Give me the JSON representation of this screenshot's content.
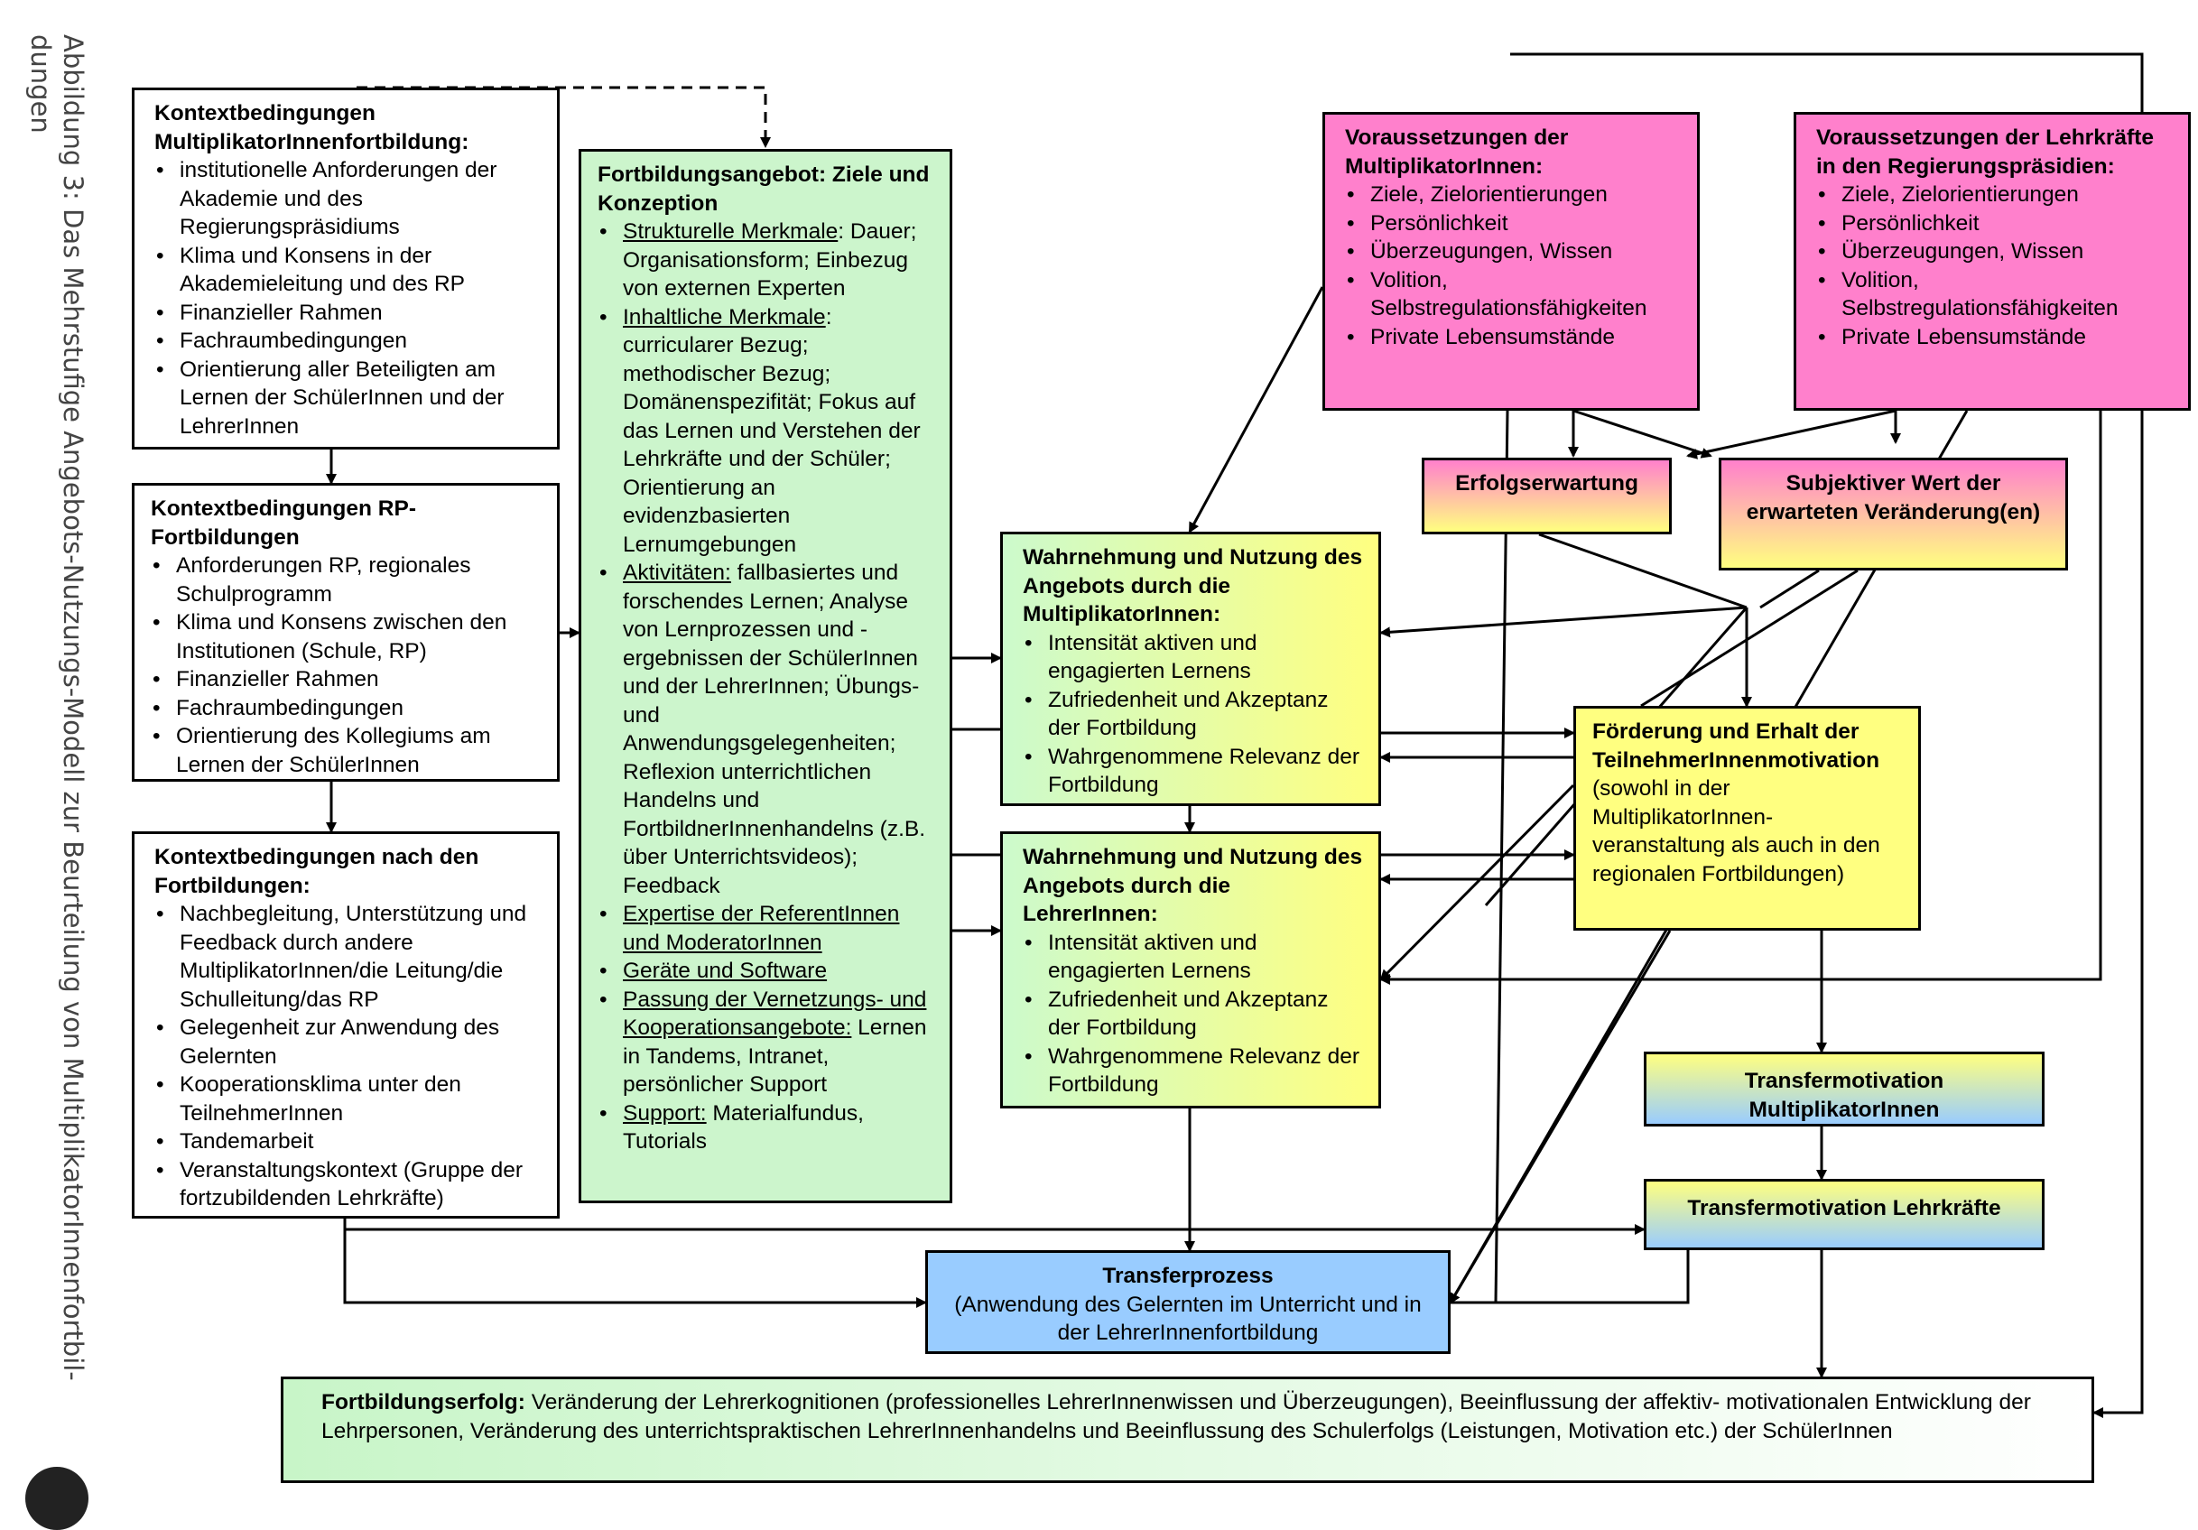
{
  "caption": {
    "line1": "Abbildung 3:  Das Mehrstufige Angebots-Nutzungs-Modell zur Beurteilung von MultiplikatorInnenfortbil-",
    "line2": "dungen"
  },
  "boxes": {
    "ctx_multi": {
      "title": "Kontextbedingungen MultiplikatorInnenfortbildung:",
      "items": [
        "institutionelle  Anforderungen der Akademie und des Regierungspräsidiums",
        "Klima und Konsens in der Akademieleitung  und des RP",
        "Finanzieller Rahmen",
        "Fachraumbedingungen",
        "Orientierung aller Beteiligten am Lernen der SchülerInnen und der LehrerInnen"
      ]
    },
    "ctx_rp": {
      "title": "Kontextbedingungen RP-Fortbildungen",
      "items": [
        "Anforderungen RP, regionales Schulprogramm",
        "Klima und Konsens zwischen den Institutionen (Schule, RP)",
        "Finanzieller Rahmen",
        "Fachraumbedingungen",
        "Orientierung des Kollegiums am Lernen der SchülerInnen"
      ]
    },
    "ctx_after": {
      "title": "Kontextbedingungen nach den Fortbildungen:",
      "items": [
        "Nachbegleitung,  Unterstützung und Feedback durch andere MultiplikatorInnen/die  Leitung/die Schulleitung/das  RP",
        "Gelegenheit zur Anwendung des Gelernten",
        "Kooperationsklima  unter den TeilnehmerInnen",
        "Tandemarbeit",
        "Veranstaltungskontext  (Gruppe der fortzubildenden Lehrkräfte)"
      ]
    },
    "offer": {
      "title": "Fortbildungsangebot: Ziele und Konzeption",
      "items": [
        {
          "u": "Strukturelle  Merkmale",
          "t": ": Dauer; Organisationsform; Einbezug von externen Experten"
        },
        {
          "u": "Inhaltliche Merkmale",
          "t": ": curricularer Bezug; methodischer Bezug; Domänenspezifität;  Fokus auf das Lernen und Verstehen der Lehrkräfte und der Schüler; Orientierung an evidenzbasierten Lernumgebungen"
        },
        {
          "u": "Aktivitäten:",
          "t": "  fallbasiertes und forschendes Lernen; Analyse von Lernprozessen und -ergebnissen der SchülerInnen und der LehrerInnen; Übungs- und Anwendungsgelegenheiten; Reflexion unterrichtlichen Handelns  und FortbildnerInnenhandelns (z.B. über Unterrichtsvideos); Feedback"
        },
        {
          "u": "Expertise der ReferentInnen und ModeratorInnen",
          "t": ""
        },
        {
          "u": "Geräte  und Software",
          "t": ""
        },
        {
          "u": "Passung der Vernetzungs- und Kooperationsangebote:",
          "t": " Lernen in Tandems,  Intranet, persönlicher Support"
        },
        {
          "u": "Support:",
          "t": " Materialfundus, Tutorials"
        }
      ]
    },
    "req_multi": {
      "title": "Voraussetzungen der MultiplikatorInnen:",
      "items": [
        "Ziele, Zielorientierungen",
        "Persönlichkeit",
        "Überzeugungen,  Wissen",
        "Volition, Selbstregulationsfähigkeiten",
        "Private Lebensumstände"
      ]
    },
    "req_teach": {
      "title": "Voraussetzungen der Lehrkräfte in den Regierungspräsidien:",
      "items": [
        "Ziele, Zielorientierungen",
        "Persönlichkeit",
        "Überzeugungen,  Wissen",
        "Volition, Selbstregulationsfähigkeiten",
        "Private Lebensumstände"
      ]
    },
    "expect": {
      "title": "Erfolgserwartung"
    },
    "value": {
      "title": "Subjektiver  Wert der erwarteten Veränderung(en)"
    },
    "use_multi": {
      "title": "Wahrnehmung und Nutzung des Angebots durch die MultiplikatorInnen:",
      "items": [
        "Intensität aktiven und engagierten Lernens",
        "Zufriedenheit und Akzeptanz der Fortbildung",
        "Wahrgenommene Relevanz der Fortbildung"
      ]
    },
    "use_teach": {
      "title": "Wahrnehmung und Nutzung des Angebots durch die LehrerInnen:",
      "items": [
        "Intensität aktiven und engagierten Lernens",
        "Zufriedenheit und Akzeptanz der Fortbildung",
        "Wahrgenommene Relevanz der Fortbildung"
      ]
    },
    "motiv": {
      "title": "Förderung und Erhalt der TeilnehmerInnenmotivation",
      "text": "(sowohl in der MultiplikatorInnen-veranstaltung  als auch in den regionalen  Fortbildungen)"
    },
    "tm_multi": {
      "title": "Transfermotivation MultiplikatorInnen"
    },
    "tm_teach": {
      "title": "Transfermotivation  Lehrkräfte"
    },
    "transfer": {
      "title": "Transferprozess",
      "text": "(Anwendung des Gelernten im Unterricht und in der LehrerInnenfortbildung"
    },
    "success": {
      "title": "Fortbildungserfolg:",
      "text": "  Veränderung der Lehrerkognitionen  (professionelles LehrerInnenwissen und Überzeugungen), Beeinflussung der  affektiv- motivationalen Entwicklung der Lehrpersonen, Veränderung des unterrichtspraktischen LehrerInnenhandelns  und Beeinflussung des Schulerfolgs (Leistungen, Motivation etc.) der SchülerInnen"
    }
  },
  "colors": {
    "pink": "#ff80cc",
    "green": "#ccf5cc",
    "yellow": "#ffff80",
    "blue": "#99ccff"
  }
}
